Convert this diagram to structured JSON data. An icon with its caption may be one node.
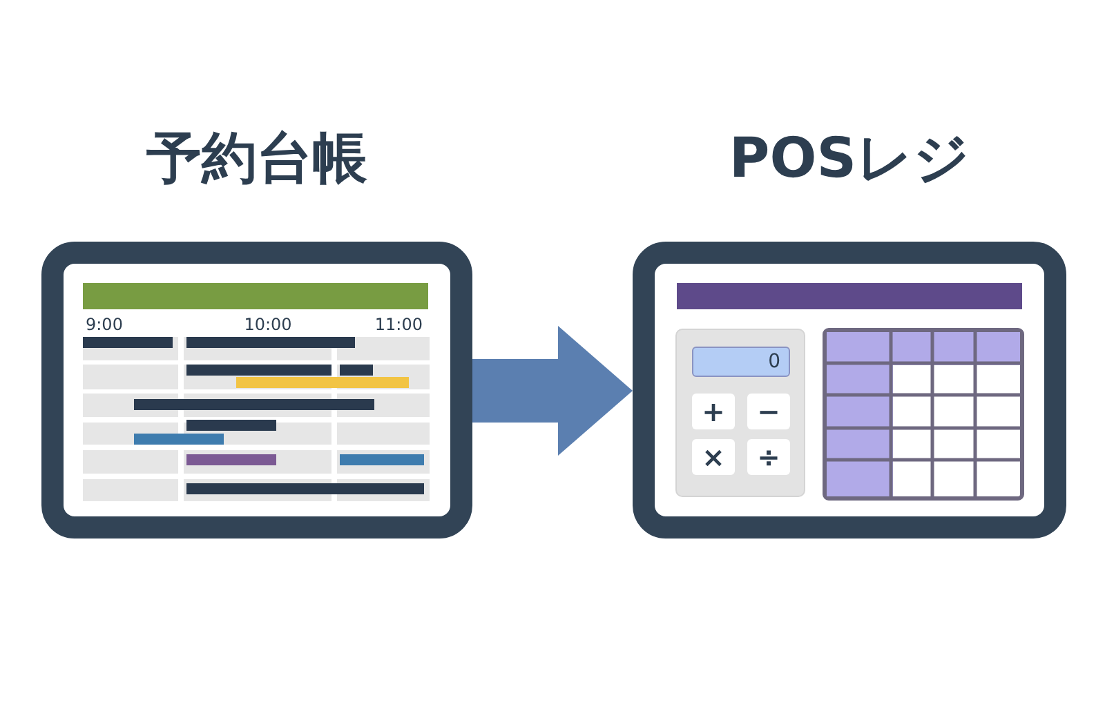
{
  "diagram": {
    "nodes": [
      {
        "text": [
          "予約台帳"
        ]
      },
      {
        "text": [
          "POSレジ"
        ]
      }
    ],
    "edges": [
      {
        "from": 0,
        "to": 1,
        "arrow": "to"
      }
    ],
    "labels": [
      "9:00",
      "10:00",
      "11:00",
      "0",
      "+",
      "−",
      "×",
      "÷"
    ]
  }
}
